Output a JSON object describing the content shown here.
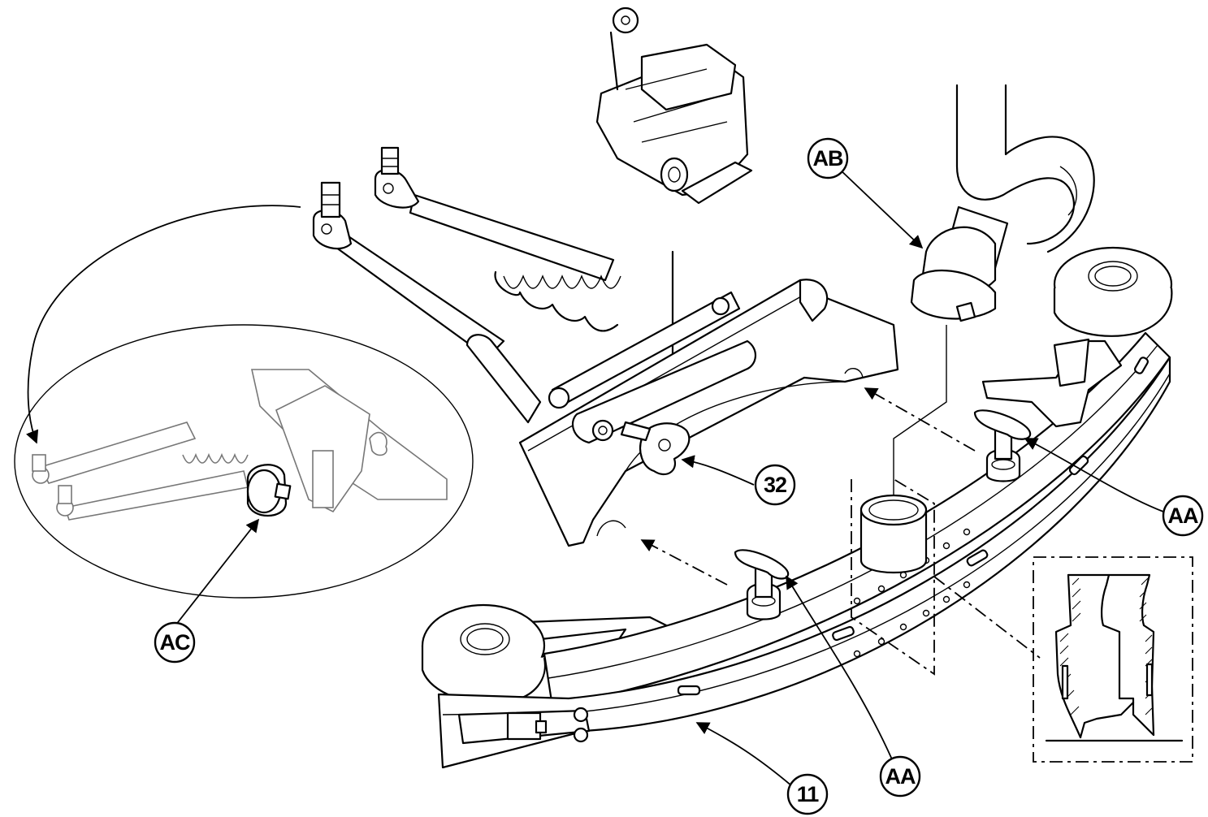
{
  "callouts": {
    "ab": "AB",
    "ac": "AC",
    "c32": "32",
    "aa_right": "AA",
    "aa_bottom": "AA",
    "c11": "11"
  }
}
